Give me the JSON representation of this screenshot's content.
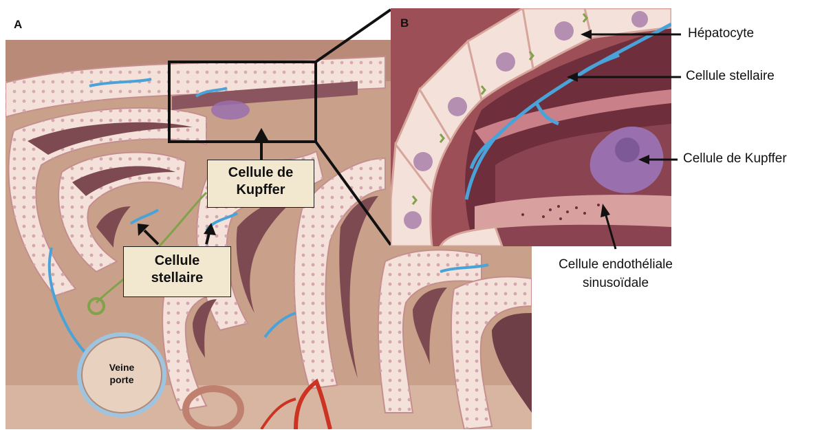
{
  "panel_a": {
    "letter": "A",
    "labels": {
      "kupffer_line1": "Cellule de",
      "kupffer_line2": "Kupffer",
      "stellate_line1": "Cellule",
      "stellate_line2": "stellaire",
      "portal_line1": "Veine",
      "portal_line2": "porte"
    }
  },
  "panel_b": {
    "letter": "B",
    "labels": {
      "hepatocyte": "Hépatocyte",
      "stellate": "Cellule stellaire",
      "kupffer": "Cellule de Kupffer",
      "endothelial_line1": "Cellule endothéliale",
      "endothelial_line2": "sinusoïdale"
    }
  },
  "colors": {
    "tissue_background": "#c9a089",
    "hepatocyte_fill": "#f4e1d9",
    "sinusoid_fill": "#7d4a52",
    "stellate_cell": "#4aa3d8",
    "kupffer_cell": "#9a6fae",
    "label_box": "#f2e8cf",
    "portal_vein_fill": "#e8d2bf",
    "artery": "#cc3322",
    "bile_duct_green": "#7fa24a"
  }
}
